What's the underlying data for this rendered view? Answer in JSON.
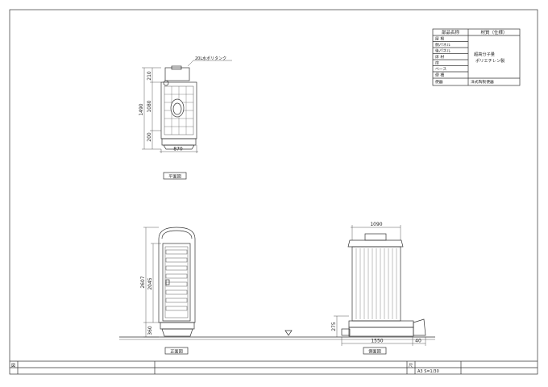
{
  "parts_table": {
    "header_part": "部品名称",
    "header_material": "材質（仕様）",
    "rows": [
      "屋 根",
      "側パネル",
      "後パネル",
      "床 材",
      "扉",
      "ベース",
      "便 槽",
      "便器"
    ],
    "material_line1": "超高分子量",
    "material_line2": "ポリエチレン製",
    "toilet_material": "洋式陶製便器"
  },
  "plan_view": {
    "tank_label": "20L水ポリタンク",
    "dim_depth_total": "1490",
    "dim_top": "210",
    "dim_mid": "1080",
    "dim_bottom": "200",
    "dim_width": "870",
    "caption": "平面図"
  },
  "front_view": {
    "dim_total": "2607",
    "dim_body": "2045",
    "dim_base": "360",
    "caption": "正面図"
  },
  "side_view": {
    "dim_width": "1090",
    "dim_base_width": "1550",
    "dim_extra": "40",
    "dim_height": "275",
    "caption": "側面図"
  },
  "title_block": {
    "left_char": "図",
    "scale_label": "A3 S=1/30",
    "scale_char": "尺"
  }
}
